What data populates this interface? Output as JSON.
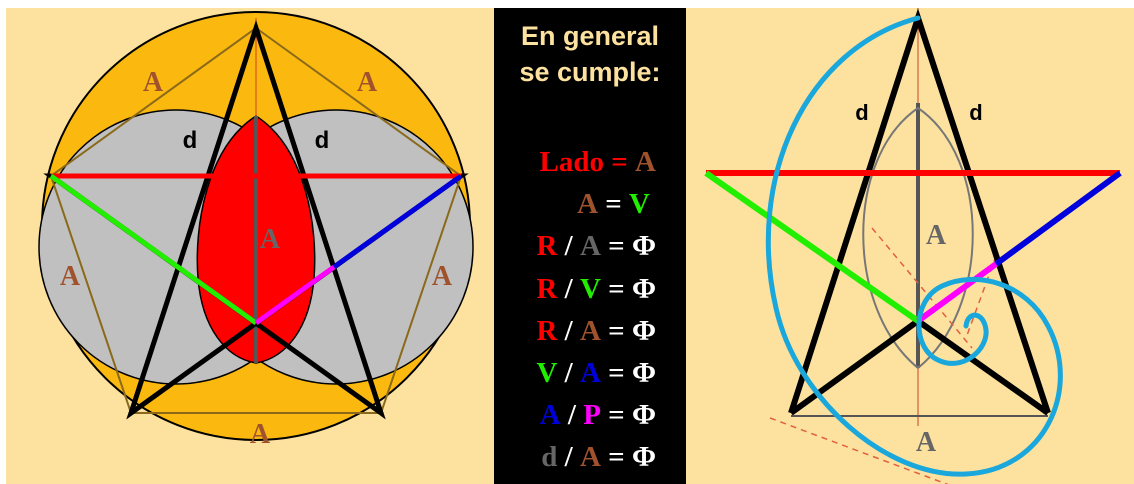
{
  "colors": {
    "background": "#fde29f",
    "outer_circle": "#fbb90f",
    "lens_gray": "#c0c0c0",
    "vesica_red": "#ff0000",
    "segment_red": "#ff0000",
    "segment_green": "#22ee00",
    "segment_blue": "#0000dd",
    "segment_magenta": "#ff00ff",
    "spiral_blue": "#1aa7dc",
    "text_brown": "#a0522d",
    "text_gray": "#666666",
    "text_white": "#ffffff",
    "heading": "#fde29f"
  },
  "left_diagram": {
    "side_labels": [
      "A",
      "A",
      "A",
      "A",
      "A"
    ],
    "center_label": "A",
    "d_labels": [
      "d",
      "d"
    ]
  },
  "middle_panel": {
    "heading_lines": [
      "En general",
      "se cumple:"
    ],
    "equations": [
      [
        {
          "text": "Lado",
          "color": "#ff0000"
        },
        {
          "text": " = ",
          "color": "#ff0000"
        },
        {
          "text": "A",
          "color": "#a0522d"
        }
      ],
      [
        {
          "text": "A",
          "color": "#a0522d"
        },
        {
          "text": " = ",
          "color": "#ffffff"
        },
        {
          "text": "V",
          "color": "#22ee00"
        }
      ],
      [
        {
          "text": "R",
          "color": "#ff0000"
        },
        {
          "text": " / ",
          "color": "#ffffff"
        },
        {
          "text": "A",
          "color": "#666666"
        },
        {
          "text": " = ",
          "color": "#ffffff"
        },
        {
          "text": "Φ",
          "color": "#ffffff"
        }
      ],
      [
        {
          "text": "R",
          "color": "#ff0000"
        },
        {
          "text": " / ",
          "color": "#ffffff"
        },
        {
          "text": "V",
          "color": "#22ee00"
        },
        {
          "text": " = ",
          "color": "#ffffff"
        },
        {
          "text": "Φ",
          "color": "#ffffff"
        }
      ],
      [
        {
          "text": "R",
          "color": "#ff0000"
        },
        {
          "text": " / ",
          "color": "#ffffff"
        },
        {
          "text": "A",
          "color": "#a0522d"
        },
        {
          "text": " = ",
          "color": "#ffffff"
        },
        {
          "text": "Φ",
          "color": "#ffffff"
        }
      ],
      [
        {
          "text": "V",
          "color": "#22ee00"
        },
        {
          "text": " / ",
          "color": "#ffffff"
        },
        {
          "text": "A",
          "color": "#0000dd"
        },
        {
          "text": " = ",
          "color": "#ffffff"
        },
        {
          "text": "Φ",
          "color": "#ffffff"
        }
      ],
      [
        {
          "text": "A",
          "color": "#0000dd"
        },
        {
          "text": " / ",
          "color": "#ffffff"
        },
        {
          "text": "P",
          "color": "#ff00ff"
        },
        {
          "text": " = ",
          "color": "#ffffff"
        },
        {
          "text": "Φ",
          "color": "#ffffff"
        }
      ],
      [
        {
          "text": "d",
          "color": "#666666"
        },
        {
          "text": " / ",
          "color": "#ffffff"
        },
        {
          "text": "A",
          "color": "#a0522d"
        },
        {
          "text": " = ",
          "color": "#ffffff"
        },
        {
          "text": "Φ",
          "color": "#ffffff"
        }
      ]
    ]
  },
  "right_diagram": {
    "d_labels": [
      "d",
      "d"
    ],
    "center_label": "A",
    "base_label": "A"
  }
}
